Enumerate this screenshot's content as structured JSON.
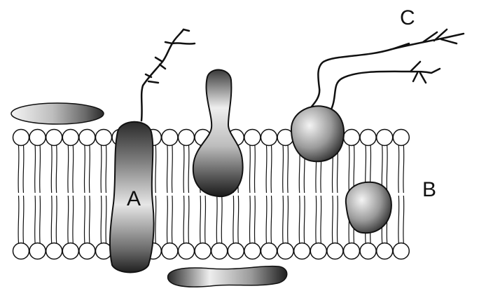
{
  "labels": {
    "a": "A",
    "b": "B",
    "c": "C"
  },
  "colors": {
    "ink": "#111111",
    "membrane_fill": "#ffffff",
    "protein_light": "#f2f2f2",
    "protein_dark": "#2a2a2a"
  }
}
